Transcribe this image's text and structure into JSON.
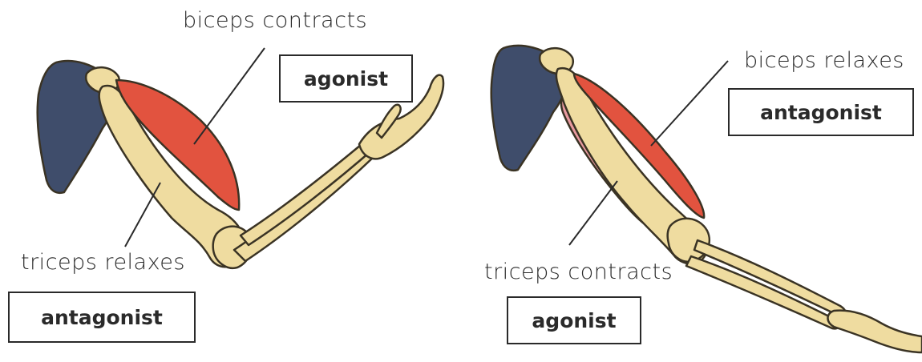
{
  "left_arm": {
    "biceps_label": "biceps contracts",
    "biceps_role": "agonist",
    "triceps_label": "triceps relaxes",
    "triceps_role": "antagonist"
  },
  "right_arm": {
    "biceps_label": "biceps relaxes",
    "biceps_role": "antagonist",
    "triceps_label": "triceps contracts",
    "triceps_role": "agonist"
  },
  "colors": {
    "scapula": "#3f4d6b",
    "bone": "#efdca0",
    "bone_outline": "#3a3324",
    "muscle": "#e2533f",
    "muscle_relaxed": "#e89aa0"
  }
}
